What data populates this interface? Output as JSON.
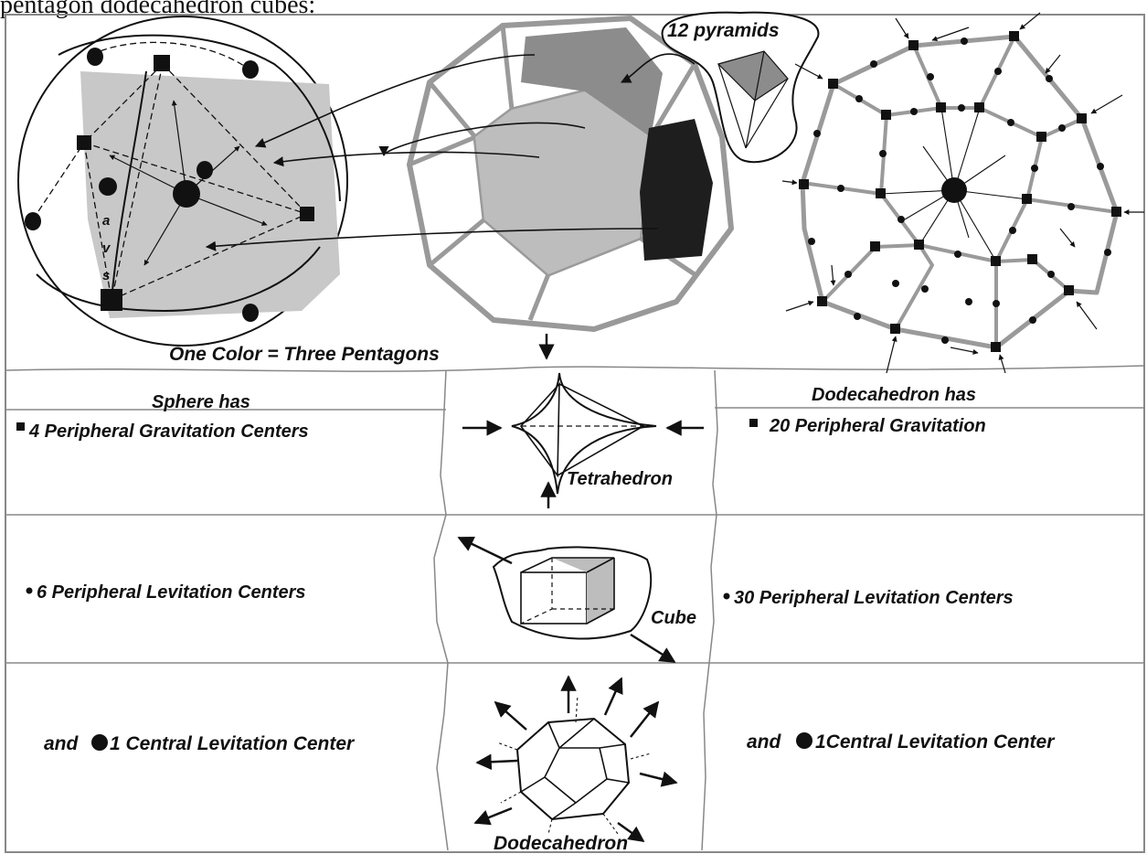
{
  "header": {
    "caption": "pentagon dodecahedron cubes:"
  },
  "figure": {
    "pyramids_label": "12 pyramids",
    "sphere_letters": [
      "a",
      "v",
      "s"
    ],
    "color_note": "One Color = Three Pentagons"
  },
  "table": {
    "left_heading": "Sphere has",
    "right_heading": "Dodecahedron has",
    "rows": [
      {
        "left": "4 Peripheral Gravitation Centers",
        "center": "Tetrahedron",
        "right": "20 Peripheral Gravitation"
      },
      {
        "left": "6 Peripheral Levitation Centers",
        "center": "Cube",
        "right": "30 Peripheral Levitation Centers"
      },
      {
        "left_prefix": "and",
        "left": "1 Central Levitation Center",
        "center": "Dodecahedron",
        "right_prefix": "and",
        "right": "1Central Levitation Center"
      }
    ]
  },
  "colors": {
    "ink": "#111111",
    "sphere_fill": "#c8c8c8",
    "face_light": "#bdbdbd",
    "face_mid": "#8c8c8c",
    "face_dark": "#1e1e1e",
    "frame_line": "#8a8a8a"
  }
}
